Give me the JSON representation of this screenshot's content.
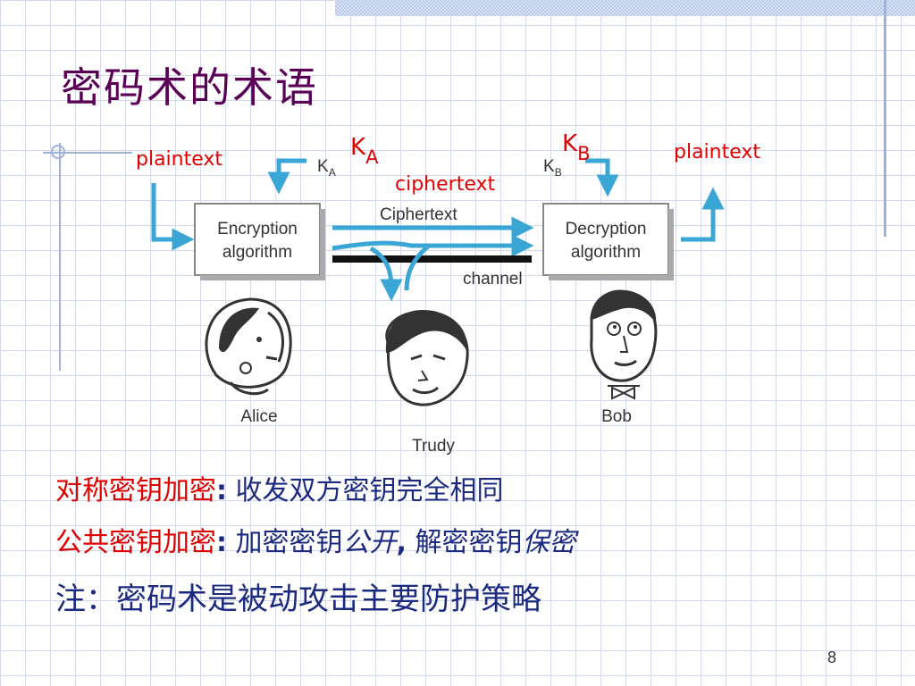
{
  "title": "密码术的术语",
  "diagram": {
    "encryption_box": [
      "Encryption",
      "algorithm"
    ],
    "decryption_box": [
      "Decryption",
      "algorithm"
    ],
    "ciphertext_label": "Ciphertext",
    "channel_label": "channel",
    "key_a_small": "K",
    "key_a_small_sub": "A",
    "key_b_small": "K",
    "key_b_small_sub": "B",
    "alice": "Alice",
    "trudy": "Trudy",
    "bob": "Bob"
  },
  "annotations": {
    "plaintext_left": "plaintext",
    "ka_letter": "K",
    "ka_sub": "A",
    "ciphertext": "ciphertext",
    "kb_letter": "K",
    "kb_sub": "B",
    "plaintext_right": "plaintext"
  },
  "lines": {
    "symmetric_label": "对称密钥加密",
    "symmetric_colon": ":",
    "symmetric_text": " 收发双方密钥完全相同",
    "public_label": "公共密钥加密",
    "public_colon": ":",
    "public_part1": " 加密密钥",
    "public_part2": "公开",
    "public_comma": ",",
    "public_part3": " 解密密钥",
    "public_part4": "保密",
    "note": "注：密码术是被动攻击主要防护策略"
  },
  "page_number": "8",
  "colors": {
    "title": "#5a0057",
    "red": "#e00000",
    "blue": "#1b2a80",
    "arrow": "#3aa6d6"
  }
}
